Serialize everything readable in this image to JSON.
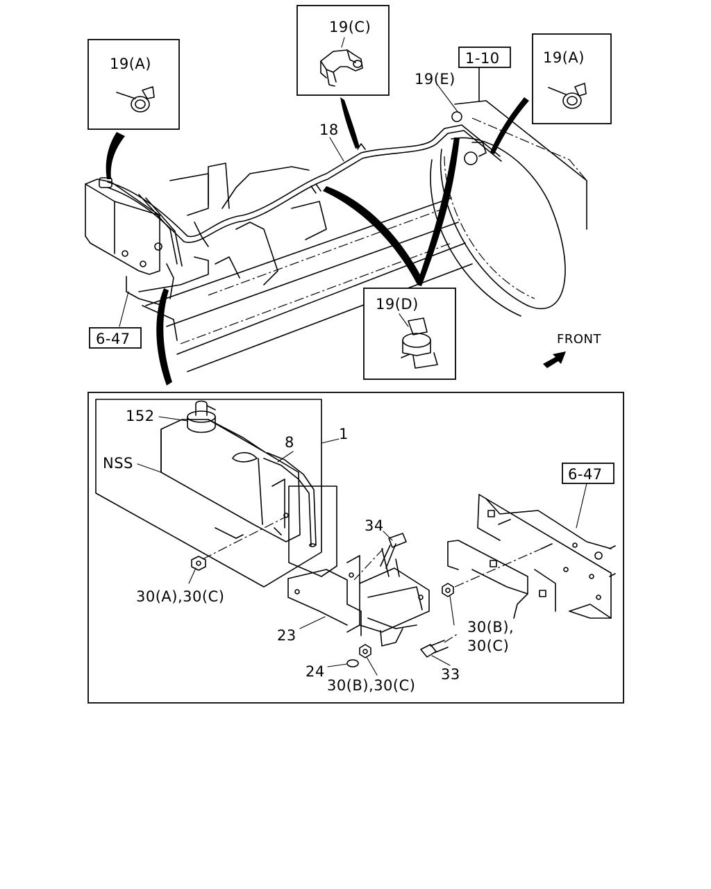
{
  "labels": {
    "callout_19a_left": "19(A)",
    "callout_19c": "19(C)",
    "callout_19a_right": "19(A)",
    "callout_19d": "19(D)",
    "ref_1_10": "1-10",
    "ref_6_47_top": "6-47",
    "ref_6_47_detail": "6-47",
    "part_19e": "19(E)",
    "part_18": "18",
    "front": "FRONT",
    "part_152": "152",
    "part_8": "8",
    "part_1": "1",
    "part_nss": "NSS",
    "part_34": "34",
    "part_30a_30c": "30(A),30(C)",
    "part_30b_right_line1": "30(B),",
    "part_30b_right_line2": "30(C)",
    "part_23": "23",
    "part_24": "24",
    "part_30b_bottom": "30(B),30(C)",
    "part_33": "33"
  }
}
